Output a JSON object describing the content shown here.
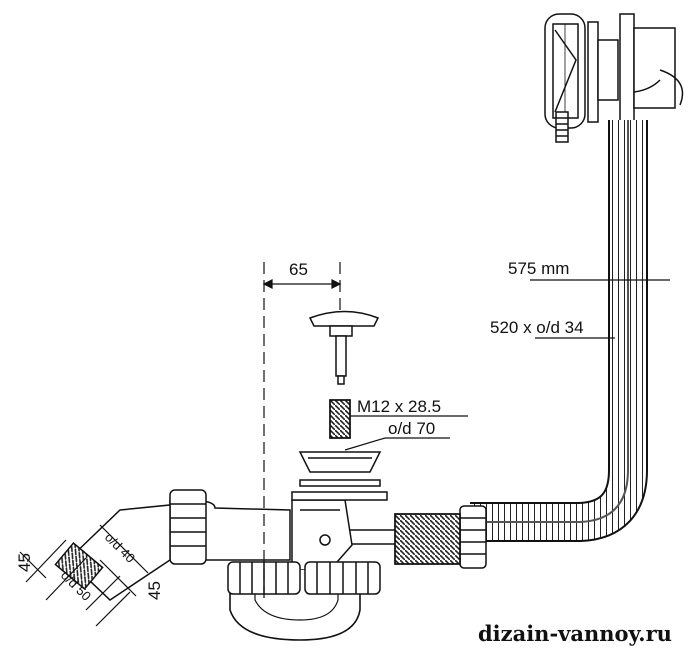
{
  "dimensions": {
    "width_65": "65",
    "pipe_length": "575 mm",
    "hose_spec": "520 x o/d 34",
    "thread": "M12 x 28.5",
    "flange_od": "o/d 70",
    "outlet_od_40": "o/d 40",
    "outlet_od_50": "o/d 50",
    "outlet_len_45_left": "45",
    "outlet_len_45_right": "45"
  },
  "watermark": "dizain-vannoy.ru",
  "colors": {
    "line": "#111111",
    "background": "#ffffff",
    "hatch": "#333333"
  }
}
